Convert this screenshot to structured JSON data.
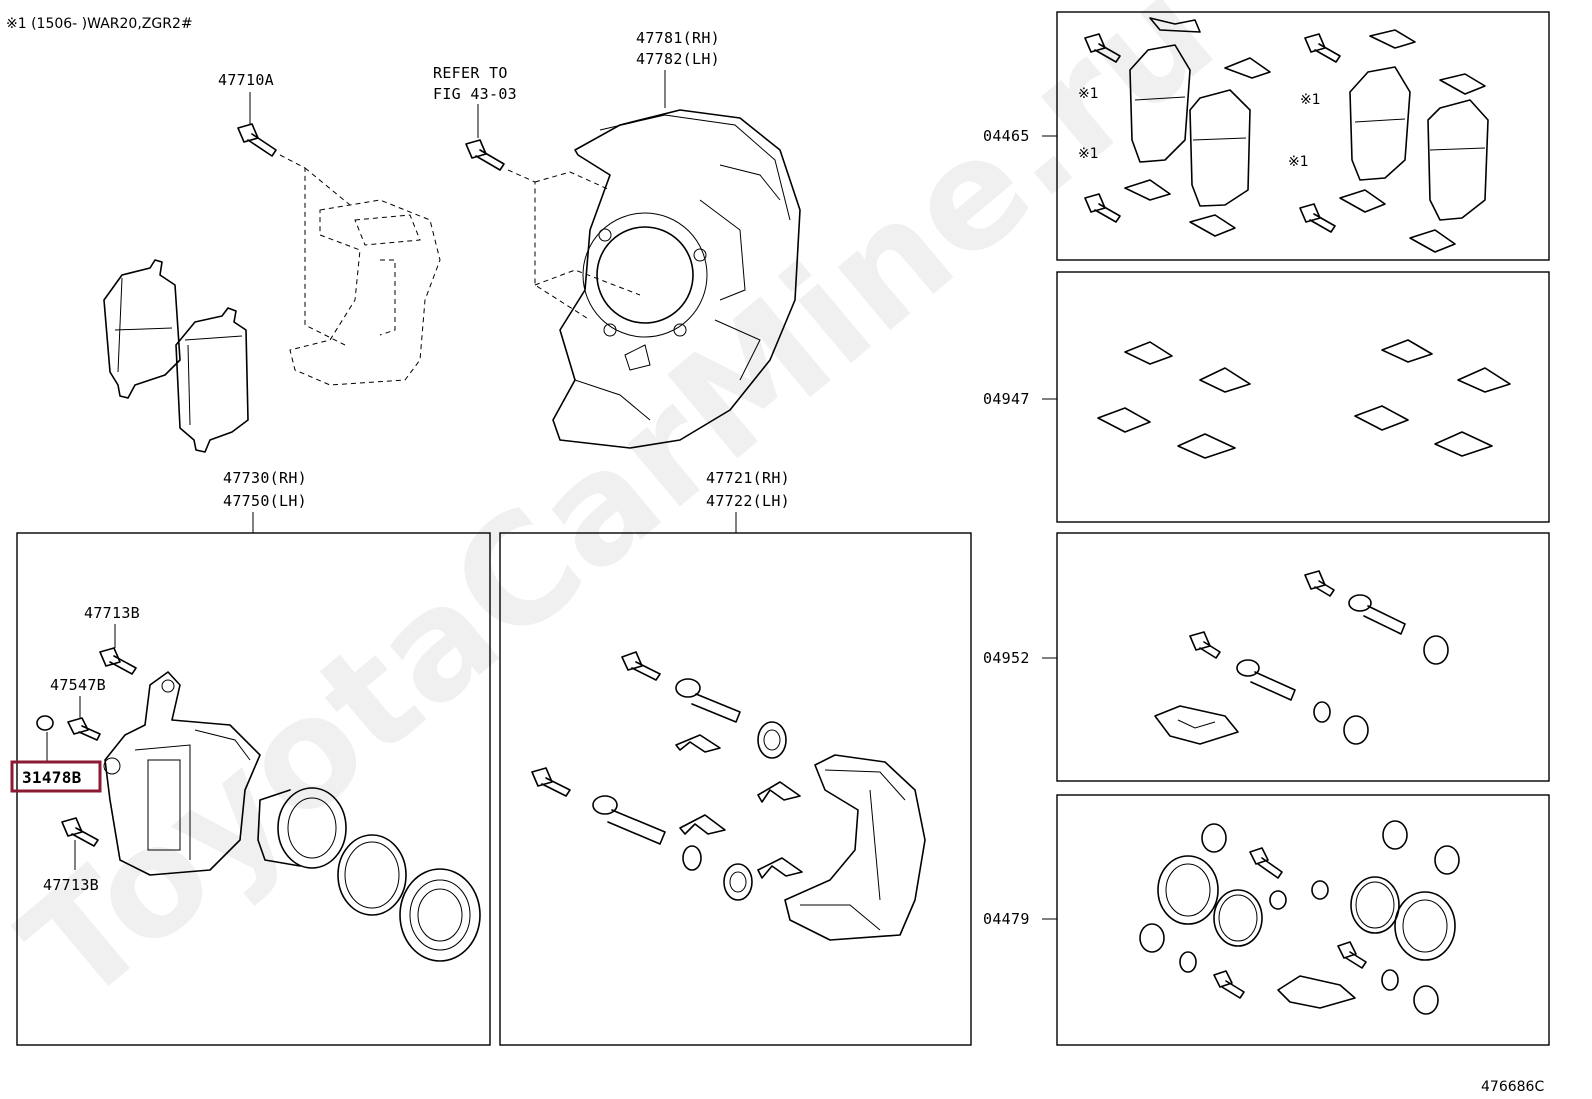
{
  "header_note": "※1 (1506-        )WAR20,ZGR2#",
  "watermark": "ToyotaCarMine.ru",
  "figure_id": "476686C",
  "callouts": {
    "shield": [
      "47781(RH)",
      "47782(LH)"
    ],
    "mounting_bolt": "47710A",
    "refer_fig": [
      "REFER TO",
      "FIG 43-03"
    ],
    "caliper_assembly": [
      "47730(RH)",
      "47750(LH)"
    ],
    "caliper_mount": [
      "47721(RH)",
      "47722(LH)"
    ],
    "bolt_upper": "47713B",
    "bleeder_plug": "47547B",
    "bleeder_cap": "31478B",
    "bolt_lower": "47713B"
  },
  "kits": [
    {
      "code": "04465",
      "notes": [
        "※1",
        "※1",
        "※1",
        "※1"
      ]
    },
    {
      "code": "04947"
    },
    {
      "code": "04952"
    },
    {
      "code": "04479"
    }
  ],
  "highlight_color": "#8b1a32"
}
